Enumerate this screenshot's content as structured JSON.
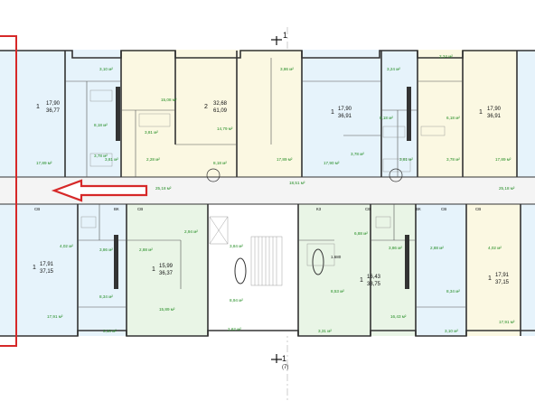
{
  "axes": {
    "top": "1",
    "bottom": "1",
    "bottom_sub": "(7)"
  },
  "colors": {
    "blue_room": "#e6f3fb",
    "green_room": "#e9f5e6",
    "yellow_room": "#fbf8e2",
    "corridor": "#f5f5f5",
    "arrow": "#d62828",
    "highlight": "#d62828",
    "area_text": "#1f8a1f"
  },
  "apartments": [
    {
      "rooms": "1",
      "living": "17,90",
      "total": "36,77"
    },
    {
      "rooms": "2",
      "living": "32,68",
      "total": "61,09"
    },
    {
      "rooms": "1",
      "living": "17,90",
      "total": "36,91"
    },
    {
      "rooms": "1",
      "living": "17,90",
      "total": "36,91"
    },
    {
      "rooms": "1",
      "living": "17,91",
      "total": "37,15"
    },
    {
      "rooms": "1",
      "living": "15,99",
      "total": "36,37"
    },
    {
      "rooms": "1",
      "living": "16,43",
      "total": "38,75"
    },
    {
      "rooms": "1",
      "living": "17,91",
      "total": "37,15"
    }
  ],
  "room_areas": {
    "r1": "3,10 м²",
    "r2": "15,08 м²",
    "r3": "3,86 м²",
    "r4": "3,24 м²",
    "r5": "2,24 м²",
    "r6": "3,81 м²",
    "r7": "8,18 м²",
    "r8": "8,18 м²",
    "r9": "6,18 м²",
    "r10": "14,79 м²",
    "r11": "3,78 м²",
    "r12": "3,81 м²",
    "r13": "2,28 м²",
    "r14": "8,18 м²",
    "r15": "17,89 м²",
    "r16": "17,89 м²",
    "r17": "3,78 м²",
    "r18": "3,81 м²",
    "r19": "3,78 м²",
    "r20": "17,89 м²",
    "r21": "17,90 м²",
    "r22": "25,18 м²",
    "r23": "18,51 м²",
    "r24": "25,18 м²",
    "r25": "2,94 м²",
    "r26": "3,84 м²",
    "r27": "6,88 м²",
    "r28": "4,02 м²",
    "r29": "3,86 м²",
    "r30": "2,88 м²",
    "r31": "3,86 м²",
    "r32": "2,88 м²",
    "r33": "4,02 м²",
    "r34": "8,34 м²",
    "r35": "8,94 м²",
    "r36": "8,53 м²",
    "r37": "8,34 м²",
    "r38": "17,91 м²",
    "r39": "15,89 м²",
    "r40": "16,43 м²",
    "r41": "17,91 м²",
    "r42": "3,10 м²",
    "r43": "2,62 м²",
    "r44": "3,31 м²",
    "r45": "3,10 м²"
  },
  "tags": {
    "cb": "СВ",
    "vk": "ВК",
    "k3": "К3",
    "ep": "ЭП",
    "e4": "1.680"
  }
}
